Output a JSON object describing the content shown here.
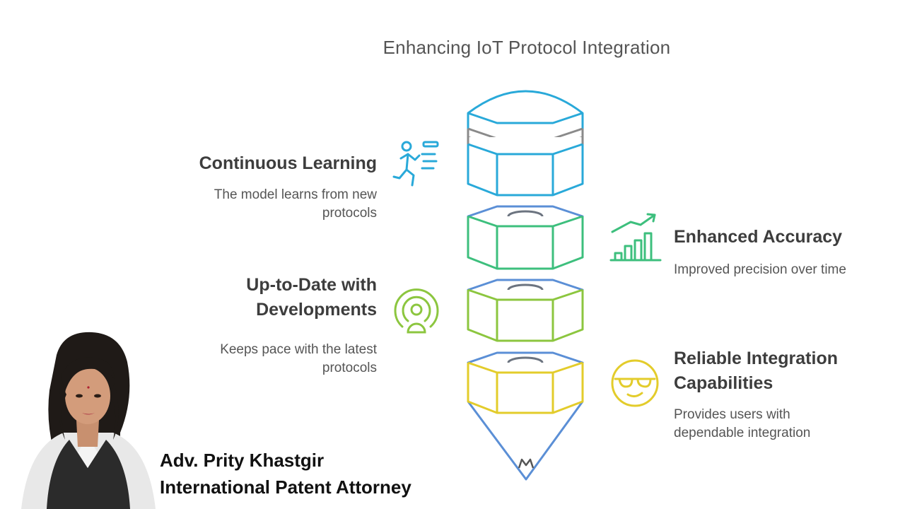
{
  "title": "Enhancing IoT Protocol Integration",
  "left_items": [
    {
      "heading": "Continuous Learning",
      "description": "The model learns from new\nprotocols",
      "icon": "running-person-icon",
      "color": "#29a9d9"
    },
    {
      "heading": "Up-to-Date with\nDevelopments",
      "description": "Keeps pace with the latest\nprotocols",
      "icon": "broadcast-person-icon",
      "color": "#8cc63f"
    }
  ],
  "right_items": [
    {
      "heading": "Enhanced Accuracy",
      "description": "Improved precision over time",
      "icon": "growth-chart-icon",
      "color": "#3dbf7d"
    },
    {
      "heading": "Reliable Integration\nCapabilities",
      "description": "Provides users with\ndependable integration",
      "icon": "sunglasses-face-icon",
      "color": "#e3cc2b"
    }
  ],
  "presenter": {
    "name": "Adv. Prity Khastgir",
    "role": "International Patent Attorney"
  }
}
